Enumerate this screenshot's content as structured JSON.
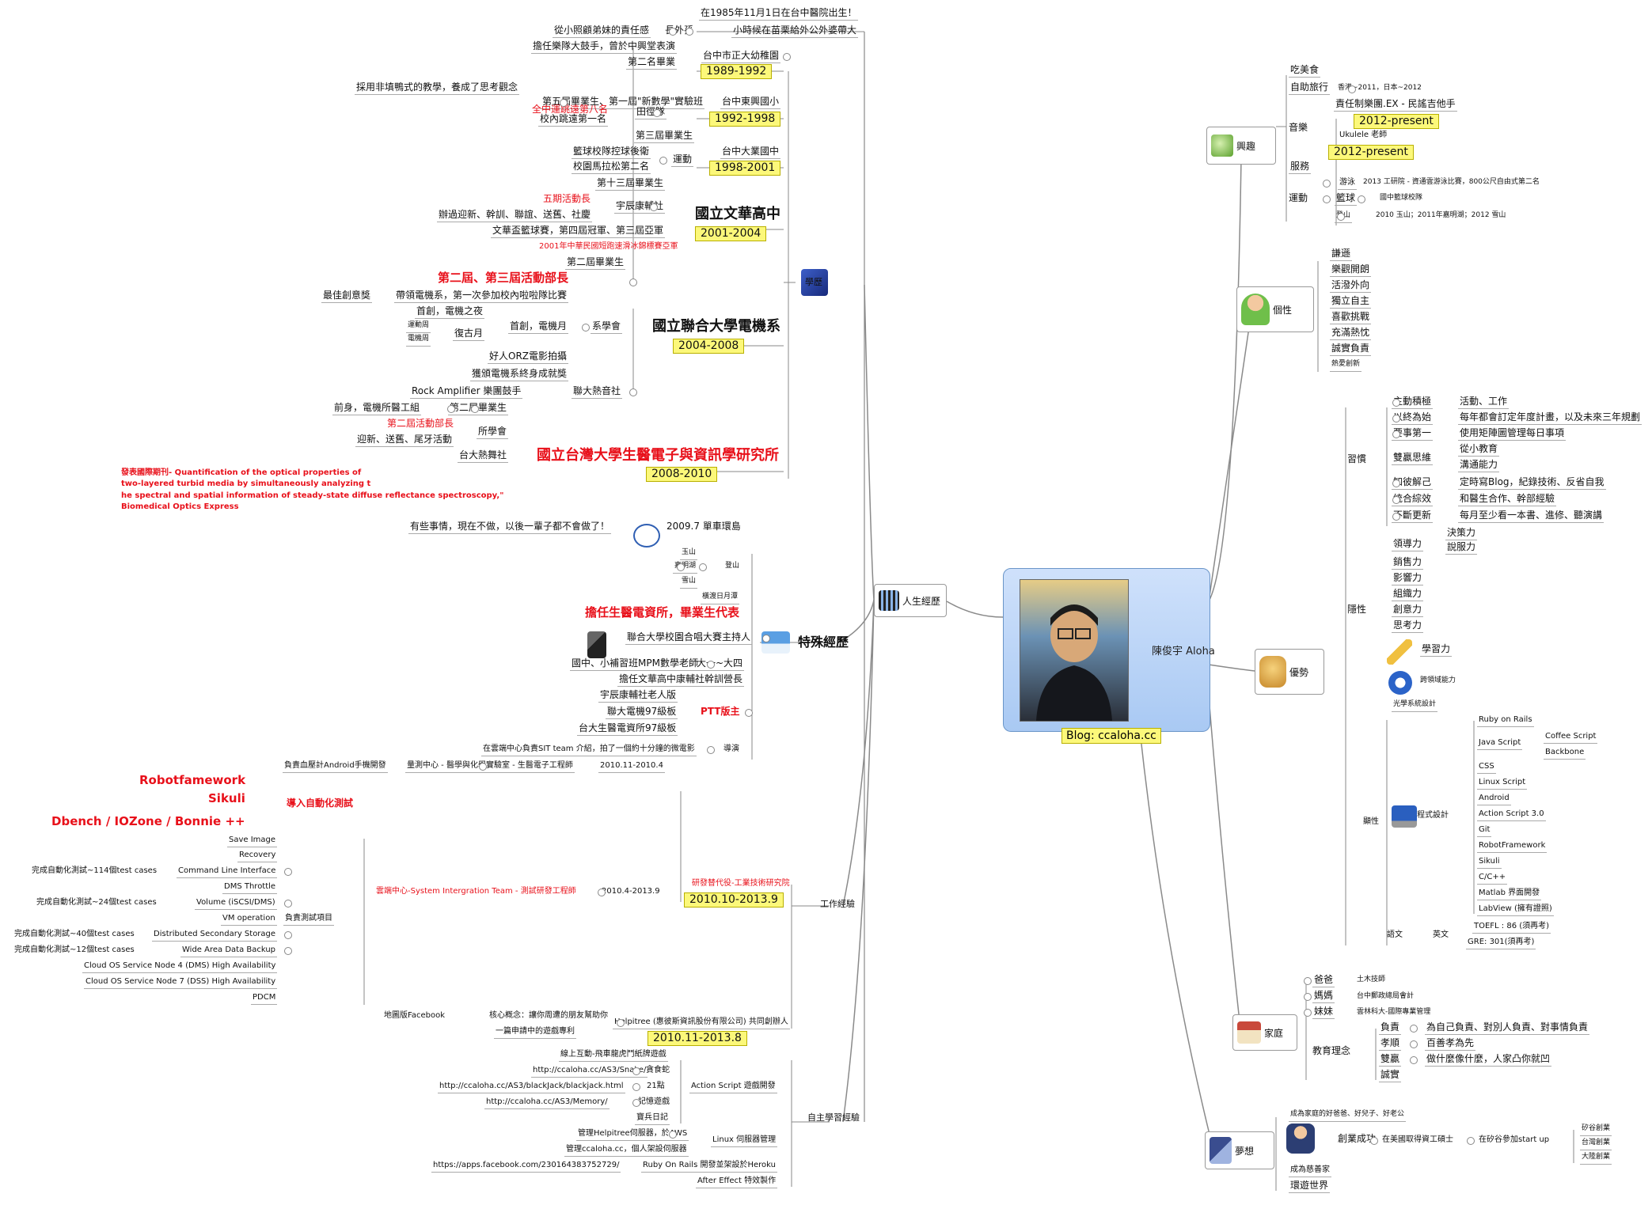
{
  "center": {
    "name": "陳俊宇 Aloha",
    "blog": "Blog: ccaloha.cc"
  },
  "branches": {
    "life": "人生經歷",
    "interests": "興趣",
    "personality": "個性",
    "strengths": "優勢",
    "family": "家庭",
    "dreams": "夢想"
  },
  "sections": {
    "education": "學歷",
    "special": "特殊經歷",
    "work": "工作經驗",
    "selfstudy": "自主學習經驗"
  },
  "life_items": [
    "在1985年11月1日在台中醫院出生！",
    "長外孫",
    "從小照顧弟妹的責任感",
    "小時候在苗栗給外公外婆帶大",
    "擔任樂隊大鼓手，曾於中興堂表演",
    "台中市正大幼稚園",
    "第二名畢業",
    "1989-1992",
    "採用非填鴨式的教學，養成了思考觀念",
    "第五屆畢業生、第一屆\"新數學\"實驗班",
    "台中東興國小",
    "全中運跳遠第八名",
    "田徑隊",
    "校內跳遠第一名",
    "1992-1998",
    "第三屆畢業生",
    "籃球校隊控球後衛",
    "運動",
    "台中大業國中",
    "校園馬拉松第二名",
    "1998-2001",
    "第十三屆畢業生",
    "五期活動長",
    "宇辰康輔社",
    "辦過迎新、幹訓、聯誼、送舊、社慶",
    "國立文華高中",
    "文華盃籃球賽，第四屆冠軍、第三屆亞軍",
    "2001-2004",
    "2001年中華民國短跑速滑冰錦標賽亞軍",
    "第二屆畢業生",
    "第二屆、第三屆活動部長",
    "最佳創意獎",
    "帶領電機系，第一次參加校內啦啦隊比賽",
    "首創，電機之夜",
    "系學會",
    "國立聯合大學電機系",
    "首創，電機月",
    "運動周",
    "電機周",
    "復古月",
    "2004-2008",
    "好人ORZ電影拍攝",
    "獲頒電機系終身成就獎",
    "Rock Amplifier 樂團鼓手",
    "聯大熱音社",
    "前身，電機所醫工組",
    "第二屆畢業生",
    "第二屆活動部長",
    "所學會",
    "迎新、送舊、尾牙活動",
    "台大熱舞社",
    "國立台灣大學生醫電子與資訊學研究所",
    "2008-2010",
    "發表國際期刊- Quantification of the optical properties of",
    "two-layered turbid media by simultaneously analyzing t",
    "he spectral and spatial information of steady-state diffuse reflectance spectroscopy,\"",
    "Biomedical Optics Express",
    "有些事情，現在不做，以後一輩子都不會做了！",
    "2009.7 單車環島",
    "玉山",
    "嘉明湖",
    "登山",
    "雪山",
    "橫渡日月潭",
    "擔任生醫電資所，畢業生代表",
    "聯合大學校園合唱大賽主持人",
    "國中、小補習班MPM數學老師",
    "大一~大四",
    "擔任文華高中康輔社幹訓營長",
    "宇辰康輔社老人版",
    "聯大電機97級板",
    "PTT版主",
    "台大生醫電資所97級板",
    "在雲端中心負責SIT team 介紹，拍了一個約十分鐘的微電影",
    "導演",
    "負責血壓計Android手機開發",
    "量測中心 - 醫學與化學實驗室 - 生醫電子工程師",
    "2010.11-2010.4",
    "Robotfamework",
    "Sikuli",
    "導入自動化測試",
    "Dbench /  IOZone / Bonnie ++",
    "Save Image",
    "Recovery",
    "完成自動化測試~114個test cases",
    "Command Line Interface",
    "DMS Throttle",
    "完成自動化測試~24個test cases",
    "Volume (iSCSI/DMS)",
    "VM operation",
    "負責測試項目",
    "完成自動化測試~40個test cases",
    "Distributed Secondary Storage",
    "完成自動化測試~12個test cases",
    "Wide Area Data Backup",
    "Cloud OS Service Node 4 (DMS) High Availability",
    "Cloud OS Service Node 7 (DSS)  High Availability",
    "PDCM",
    "雲端中心-System Intergration Team - 測試研發工程師",
    "2010.4-2013.9",
    "研發替代役-工業技術研究院",
    "2010.10-2013.9",
    "地圖版Facebook",
    "核心概念：讓你周遭的朋友幫助你",
    "一篇申請中的遊戲專利",
    "Helpitree (惠彼斯資訊股份有限公司) 共同創辦人",
    "2010.11-2013.8",
    "線上互動-飛車龍虎鬥紙牌遊戲",
    "http://ccaloha.cc/AS3/Snake/",
    "貪食蛇",
    "http://ccaloha.cc/AS3/blackJack/blackjack.html",
    "21點",
    "Action Script 遊戲開發",
    "http://ccaloha.cc/AS3/Memory/",
    "記憶遊戲",
    "寶兵日記",
    "管理Helpitree伺服器，於AWS",
    "Linux 伺服器管理",
    "管理ccaloha.cc，個人架設伺服器",
    "https://apps.facebook.com/230164383752729/",
    "Ruby On Rails 開發並架設於Heroku",
    "After Effect 特效製作"
  ],
  "right_items": [
    "吃美食",
    "自助旅行",
    "香港~2011，日本~2012",
    "責任制樂團.EX - 民謠吉他手",
    "2012-present",
    "音樂",
    "Ukulele 老師",
    "2012-present",
    "服務",
    "游泳",
    "2013 工研院 - 資通雲游泳比賽，800公尺自由式第二名",
    "運動",
    "籃球",
    "國中籃球校隊",
    "登山",
    "2010 玉山；2011年嘉明湖；2012 雪山",
    "謙遜",
    "樂觀開朗",
    "活潑外向",
    "獨立自主",
    "喜歡挑戰",
    "充滿熱忱",
    "誠實負責",
    "熱愛創新",
    "主動積極",
    "活動、工作",
    "以終為始",
    "每年都會訂定年度計畫，以及未來三年規劃",
    "要事第一",
    "使用矩陣圖管理每日事項",
    "雙贏思維",
    "從小教育",
    "溝通能力",
    "習慣",
    "知彼解己",
    "定時寫Blog，紀錄技術、反省自我",
    "統合綜效",
    "和醫生合作、幹部經驗",
    "不斷更新",
    "每月至少看一本書、進修、聽演講",
    "領導力",
    "決策力",
    "說服力",
    "銷售力",
    "影響力",
    "組織力",
    "創意力",
    "思考力",
    "學習力",
    "跨領域能力",
    "隱性",
    "光學系統設計",
    "Ruby on Rails",
    "Java Script",
    "Coffee Script",
    "Backbone",
    "CSS",
    "Linux Script",
    "Android",
    "Action Script 3.0",
    "Git",
    "RobotFramework",
    "Sikuli",
    "C/C++",
    "Matlab 界面開發",
    "LabView (擁有證照)",
    "程式設計",
    "顯性",
    "TOEFL : 86 (須再考)",
    "語文",
    "英文",
    "GRE: 301(須再考)",
    "爸爸",
    "土木技師",
    "媽媽",
    "台中郵政總局會計",
    "妹妹",
    "雲林科大-國際專業管理",
    "負責",
    "為自己負責、對別人負責、對事情負責",
    "孝順",
    "百善孝為先",
    "教育理念",
    "雙贏",
    "做什麼像什麼，人家凸你就凹",
    "誠實",
    "成為家庭的好爸爸、好兒子、好老公",
    "創業成功",
    "在美國取得資工碩士",
    "在矽谷參加start up",
    "矽谷創業",
    "台灣創業",
    "大陸創業",
    "成為慈善家",
    "環遊世界"
  ]
}
